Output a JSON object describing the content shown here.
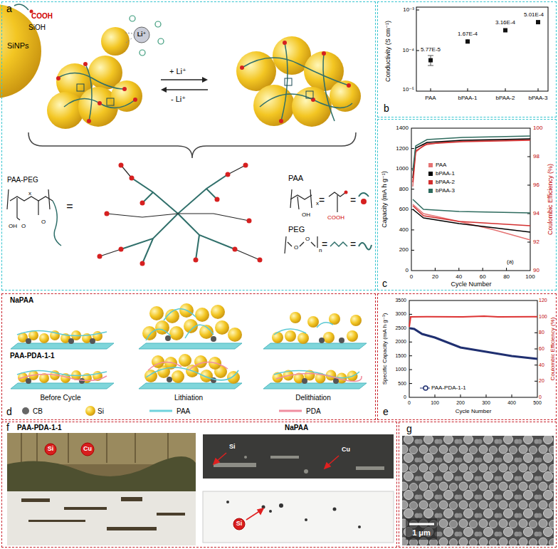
{
  "diagram": {
    "nodes": [
      {
        "text": [
          "a"
        ]
      },
      {
        "text": [
          "b"
        ]
      },
      {
        "text": [
          "c"
        ]
      },
      {
        "text": [
          "d"
        ]
      },
      {
        "text": [
          "e"
        ]
      },
      {
        "text": [
          "f"
        ]
      },
      {
        "text": [
          "g"
        ]
      },
      {
        "text": [
          "Li⁺"
        ],
        "in": 0
      },
      {
        "text": [
          "Si"
        ],
        "in": 5
      },
      {
        "text": [
          "Cu"
        ],
        "in": 5
      },
      {
        "text": [
          "Si"
        ],
        "in": 5
      }
    ],
    "labels": [
      "COOH",
      "SiOH",
      "SiNPs",
      "+ Li⁺",
      "- Li⁺",
      "PAA-PEG",
      "=",
      "PAA",
      "OH",
      "x",
      "=",
      "COOH",
      "=",
      "PEG",
      "O",
      "O",
      "n",
      "=",
      "=",
      "OH",
      "O",
      "O",
      "x",
      "Conductivity (S cm⁻¹)",
      "10⁻³",
      "10⁻⁴",
      "10⁻⁵",
      "PAA",
      "bPAA-1",
      "bPAA-2",
      "bPAA-3",
      "5.77E-5",
      "1.67E-4",
      "3.16E-4",
      "5.01E-4",
      "Capacity (mA h g⁻¹)",
      "0",
      "200",
      "400",
      "600",
      "800",
      "1000",
      "1200",
      "1400",
      "0",
      "20",
      "40",
      "60",
      "80",
      "100",
      "Cycle Number",
      "90",
      "92",
      "94",
      "96",
      "98",
      "100",
      "Coulombic Efficiency (%)",
      "(a)",
      "Specific Capacity (mA h g⁻¹)",
      "0",
      "500",
      "1000",
      "1500",
      "2000",
      "2500",
      "3000",
      "3500",
      "0",
      "100",
      "200",
      "300",
      "400",
      "500",
      "Cycle Number",
      "0",
      "20",
      "40",
      "60",
      "80",
      "100",
      "120",
      "Coulombic Efficiency (%)",
      "NaPAA",
      "PAA-PDA-1-1",
      "Before Cycle",
      "Lithiation",
      "Delithiation",
      "PAA-PDA-1-1",
      "NaPAA",
      "Si",
      "Cu",
      "1 μm"
    ],
    "legend": [
      {
        "text": "PAA",
        "color": "#e57373"
      },
      {
        "text": "bPAA-1",
        "color": "#000000"
      },
      {
        "text": "bPAA-2",
        "color": "#d32f2f"
      },
      {
        "text": "bPAA-3",
        "color": "#2e6b5e"
      },
      {
        "text": "CB"
      },
      {
        "text": "Si"
      },
      {
        "text": "PAA"
      },
      {
        "text": "PDA"
      },
      {
        "text": "PAA-PDA-1-1"
      }
    ]
  }
}
